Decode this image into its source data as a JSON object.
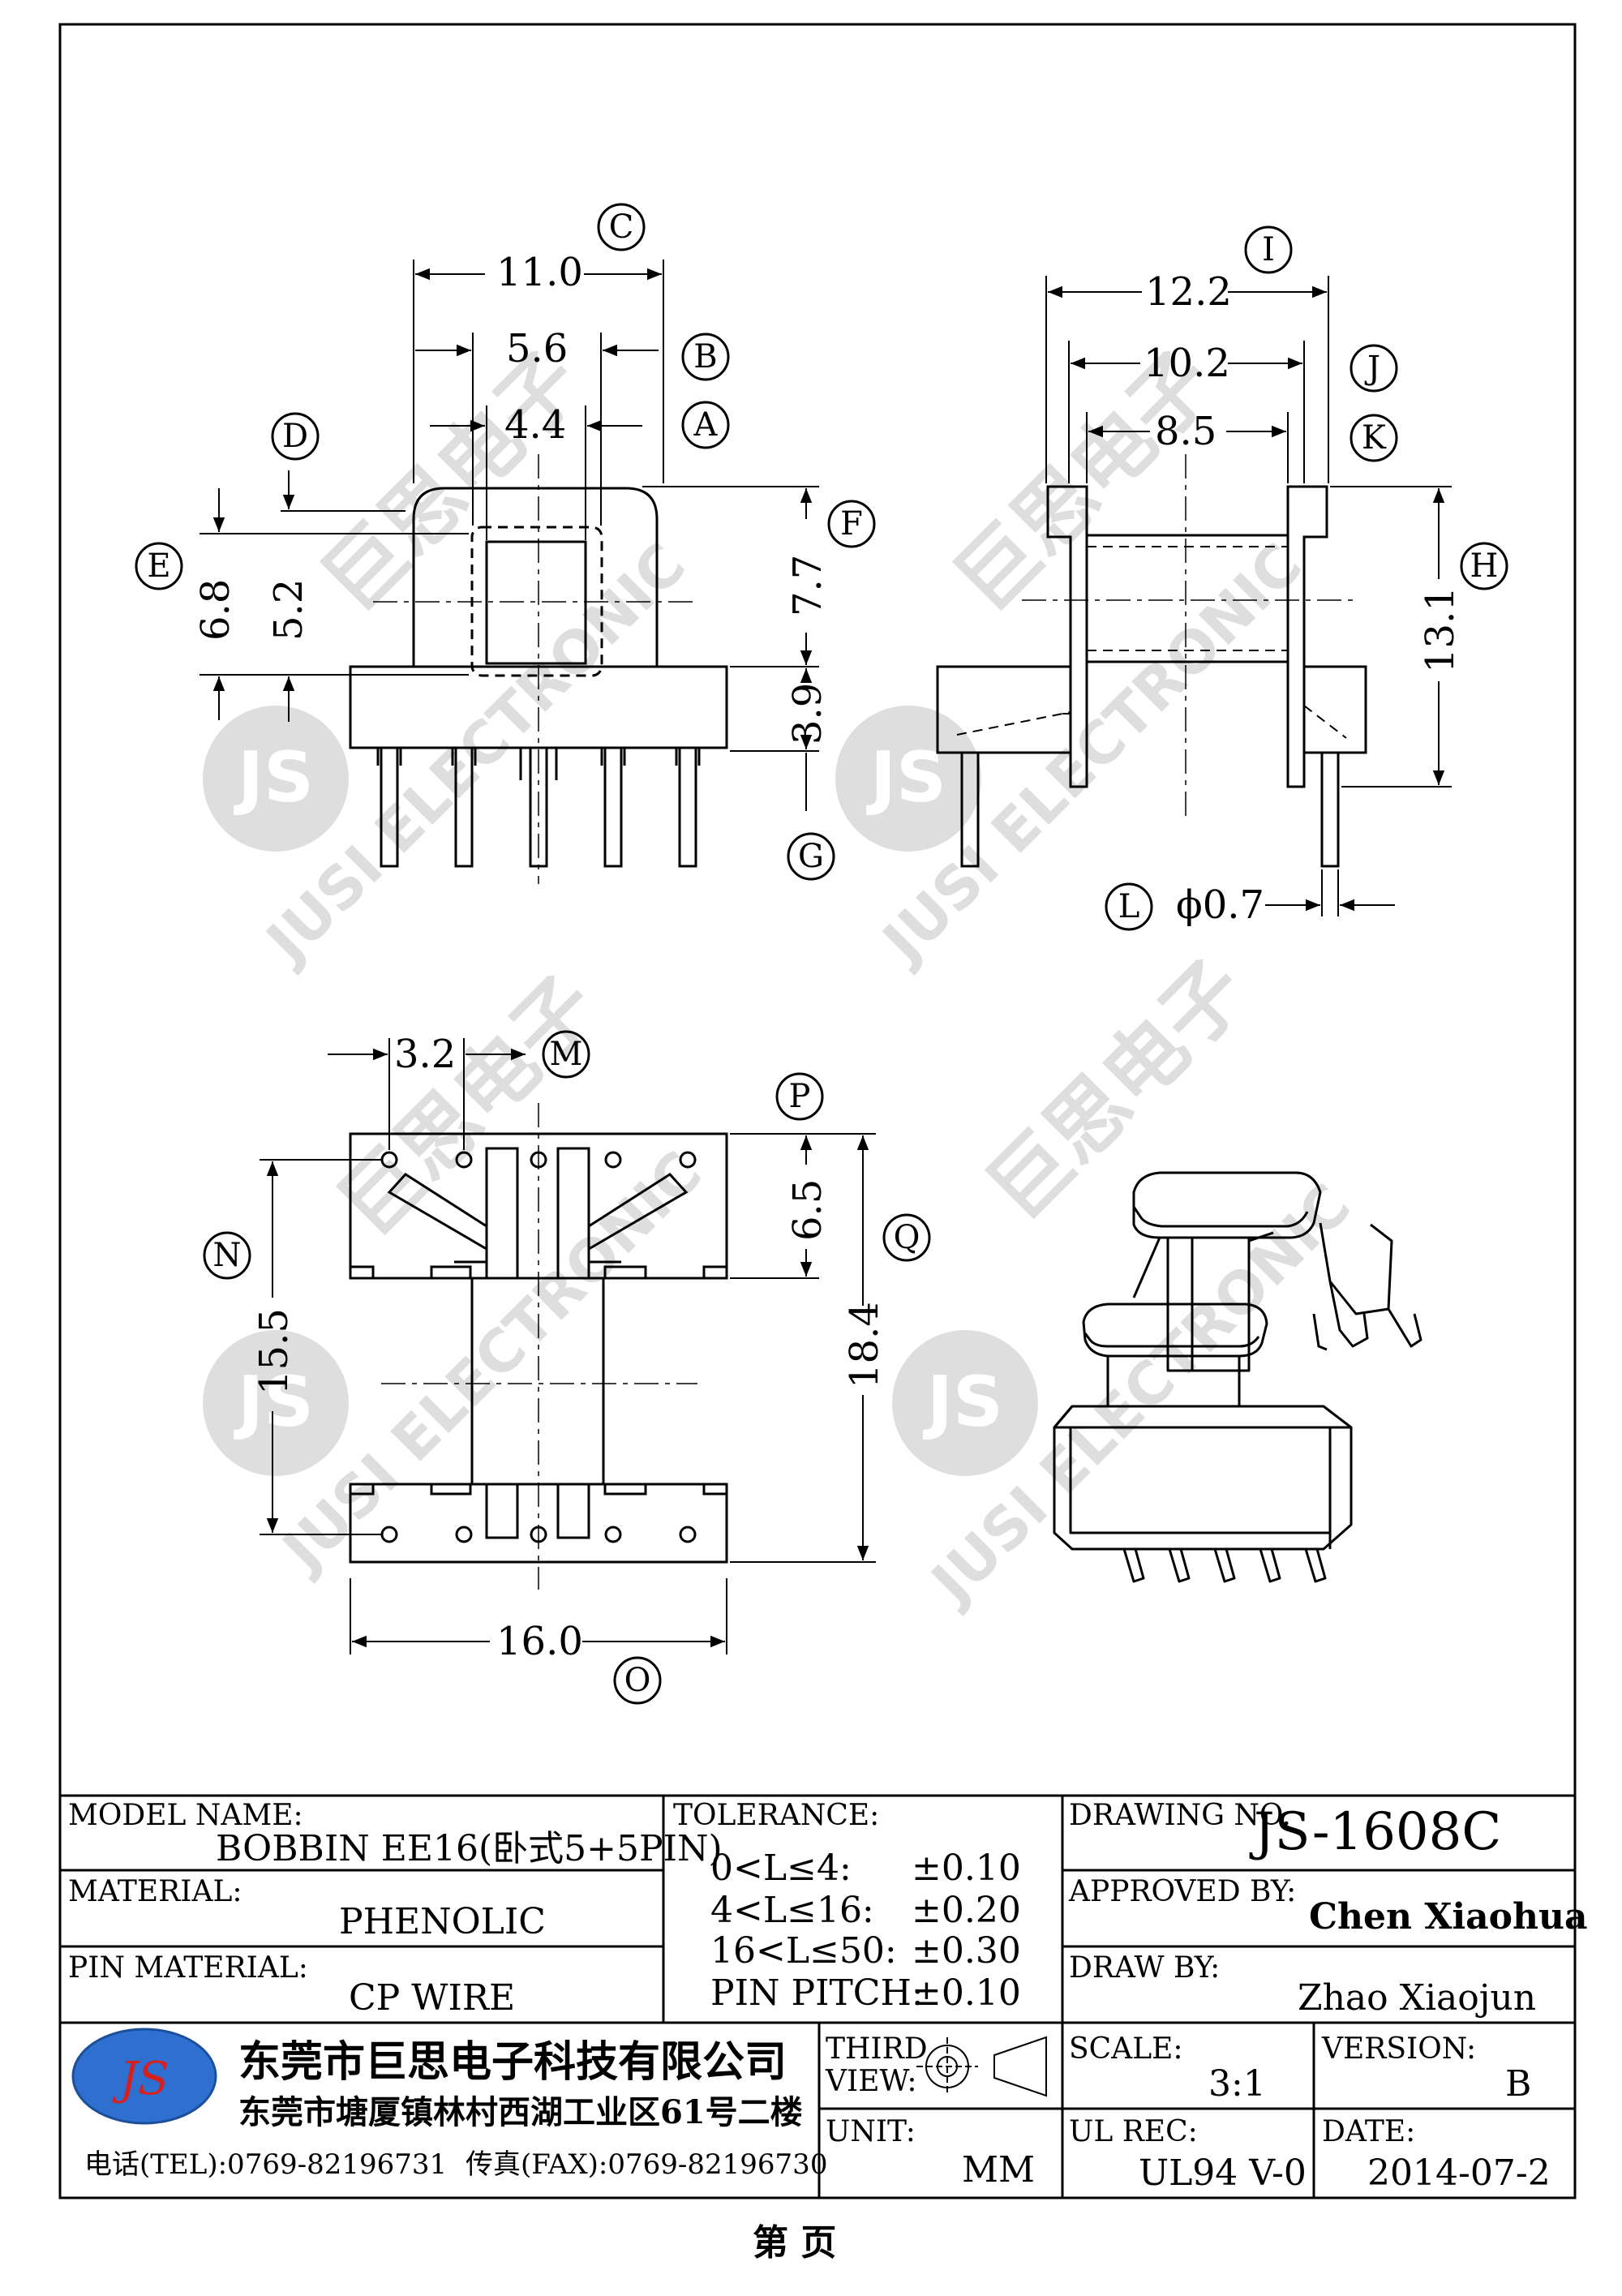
{
  "watermark": {
    "brand": "JS",
    "text": "JUSI ELECTRONIC",
    "chinese": "巨思电子"
  },
  "front_view": {
    "dims": {
      "C": "11.0",
      "B": "5.6",
      "A": "4.4",
      "E": "6.8",
      "D": "5.2",
      "F": "7.7",
      "G": "3.9"
    },
    "labels": {
      "A": "A",
      "B": "B",
      "C": "C",
      "D": "D",
      "E": "E",
      "F": "F",
      "G": "G"
    }
  },
  "side_view": {
    "dims": {
      "I": "12.2",
      "J": "10.2",
      "K": "8.5",
      "H": "13.1",
      "L": "ϕ0.7"
    },
    "labels": {
      "H": "H",
      "I": "I",
      "J": "J",
      "K": "K",
      "L": "L"
    }
  },
  "bottom_view": {
    "dims": {
      "M": "3.2",
      "P": "6.5",
      "N": "15.5",
      "Q": "18.4",
      "O": "16.0"
    },
    "labels": {
      "M": "M",
      "N": "N",
      "O": "O",
      "P": "P",
      "Q": "Q"
    }
  },
  "title_block": {
    "model_name_label": "MODEL NAME:",
    "model_name_value": "BOBBIN EE16(卧式5+5PIN)",
    "material_label": "MATERIAL:",
    "material_value": "PHENOLIC",
    "pin_material_label": "PIN MATERIAL:",
    "pin_material_value": "CP WIRE",
    "tolerance_label": "TOLERANCE:",
    "tolerances": [
      {
        "range": "0<L≤4:",
        "value": "±0.10"
      },
      {
        "range": "4<L≤16:",
        "value": "±0.20"
      },
      {
        "range": "16<L≤50:",
        "value": "±0.30"
      },
      {
        "range": "PIN PITCH:",
        "value": "±0.10"
      }
    ],
    "drawing_no_label": "DRAWING NO.",
    "drawing_no_value": "JS-1608C",
    "approved_by_label": "APPROVED BY:",
    "approved_by_value": "Chen Xiaohua",
    "draw_by_label": "DRAW BY:",
    "draw_by_value": "Zhao Xiaojun",
    "company_logo": "JS",
    "company_name": "东莞市巨思电子科技有限公司",
    "company_address": "东莞市塘厦镇林村西湖工业区61号二楼",
    "tel": "电话(TEL):0769-82196731",
    "fax": "传真(FAX):0769-82196730",
    "third_view_label": "THIRD",
    "third_view_label2": "VIEW:",
    "unit_label": "UNIT:",
    "unit_value": "MM",
    "scale_label": "SCALE:",
    "scale_value": "3:1",
    "version_label": "VERSION:",
    "version_value": "B",
    "ul_rec_label": "UL REC:",
    "ul_rec_value": "UL94 V-0",
    "date_label": "DATE:",
    "date_value": "2014-07-2"
  },
  "footer": {
    "page_label": "第        页"
  }
}
